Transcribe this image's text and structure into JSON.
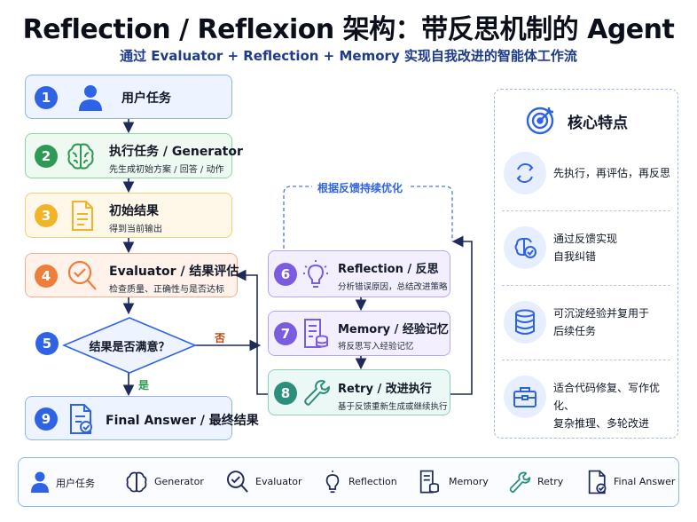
{
  "title": "Reflection / Reflexion 架构：带反思机制的 Agent",
  "subtitle": "通过 Evaluator + Reflection + Memory 实现自我改进的智能体工作流",
  "steps": [
    {
      "num": "1",
      "title": "用户任务",
      "desc": ""
    },
    {
      "num": "2",
      "title": "执行任务 / Generator",
      "desc": "先生成初始方案 / 回答 / 动作"
    },
    {
      "num": "3",
      "title": "初始结果",
      "desc": "得到当前输出"
    },
    {
      "num": "4",
      "title": "Evaluator / 结果评估",
      "desc": "检查质量、正确性与是否达标"
    },
    {
      "num": "5",
      "title": "结果是否满意？",
      "desc": ""
    },
    {
      "num": "6",
      "title": "Reflection / 反思",
      "desc": "分析错误原因，总结改进策略"
    },
    {
      "num": "7",
      "title": "Memory / 经验记忆",
      "desc": "将反思写入经验记忆"
    },
    {
      "num": "8",
      "title": "Retry / 改进执行",
      "desc": "基于反馈重新生成或继续执行"
    },
    {
      "num": "9",
      "title": "Final Answer / 最终结果",
      "desc": ""
    }
  ],
  "decision": {
    "no_label": "否",
    "yes_label": "是"
  },
  "loop_label": "根据反馈持续优化",
  "features": {
    "title": "核心特点",
    "items": [
      {
        "lines": [
          "先执行，再评估，再反思"
        ]
      },
      {
        "lines": [
          "通过反馈实现",
          "自我纠错"
        ]
      },
      {
        "lines": [
          "可沉淀经验并复用于",
          "后续任务"
        ]
      },
      {
        "lines": [
          "适合代码修复、写作优化、",
          "复杂推理、多轮改进"
        ]
      }
    ]
  },
  "legend": [
    "用户任务",
    "Generator",
    "Evaluator",
    "Reflection",
    "Memory",
    "Retry",
    "Final Answer"
  ],
  "colors": {
    "blue": "#2f63e6",
    "green": "#2e9a55",
    "yellow": "#f0b429",
    "orange": "#ef7d3c",
    "purple": "#7b5ce0",
    "teal": "#2c8f7c",
    "navy": "#1e2a5a"
  }
}
